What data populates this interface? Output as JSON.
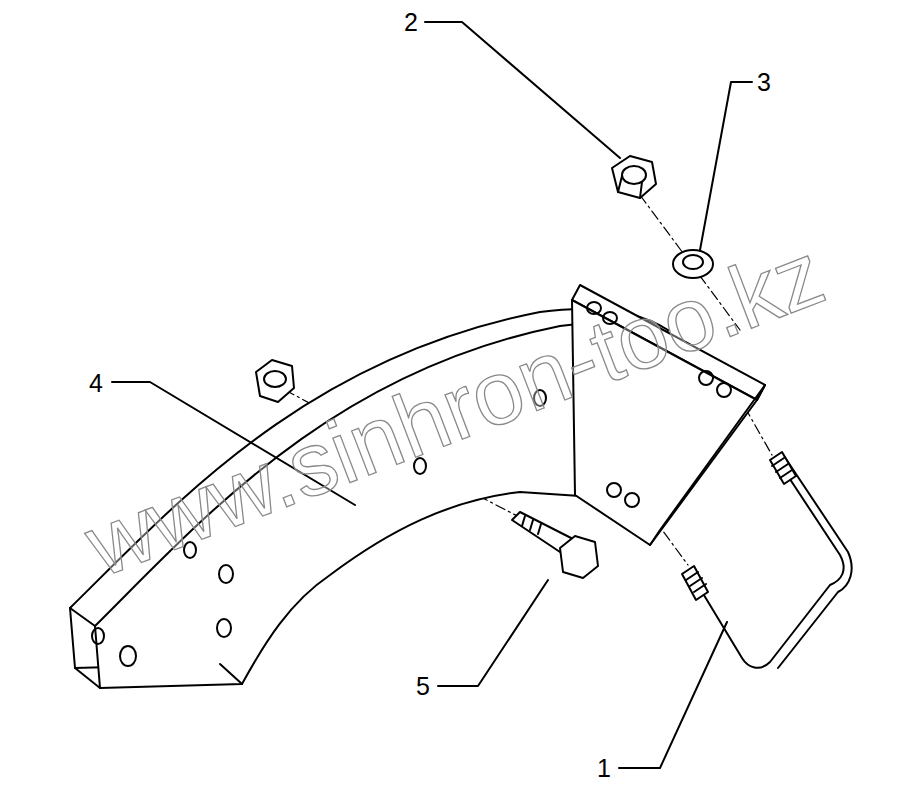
{
  "diagram": {
    "labels": [
      "2",
      "3",
      "4",
      "5",
      "1",
      "www.sinhron-too.kz"
    ]
  }
}
